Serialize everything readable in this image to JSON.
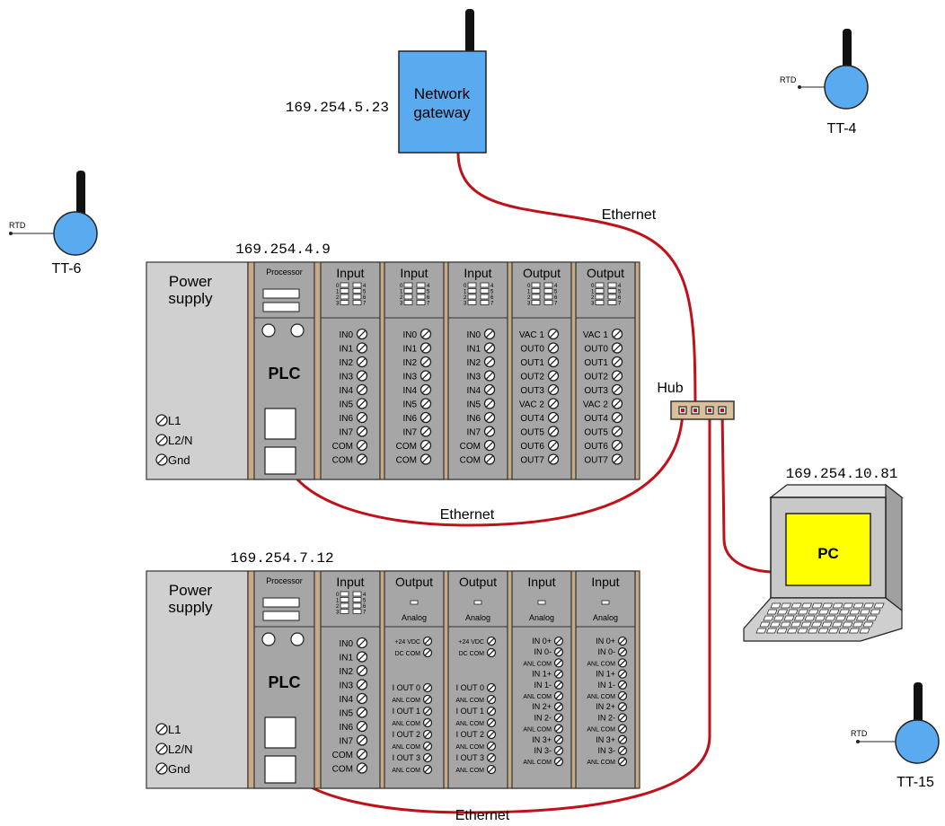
{
  "gateway": {
    "ip": "169.254.5.23",
    "label_line1": "Network",
    "label_line2": "gateway"
  },
  "transmitters": [
    {
      "tag": "TT-4",
      "sensor": "RTD"
    },
    {
      "tag": "TT-6",
      "sensor": "RTD"
    },
    {
      "tag": "TT-15",
      "sensor": "RTD"
    }
  ],
  "hub": {
    "label": "Hub"
  },
  "pc": {
    "ip": "169.254.10.81",
    "label": "PC"
  },
  "cable_label": "Ethernet",
  "plc1": {
    "ip": "169.254.4.9",
    "power_line1": "Power",
    "power_line2": "supply",
    "terminals": [
      "L1",
      "L2/N",
      "Gnd"
    ],
    "processor_label": "Processor",
    "plc_label": "PLC",
    "indicator_left": [
      "0",
      "1",
      "2",
      "3"
    ],
    "indicator_right": [
      "4",
      "5",
      "6",
      "7"
    ],
    "modules": [
      {
        "title": "Input",
        "pins": [
          "IN0",
          "IN1",
          "IN2",
          "IN3",
          "IN4",
          "IN5",
          "IN6",
          "IN7",
          "COM",
          "COM"
        ]
      },
      {
        "title": "Input",
        "pins": [
          "IN0",
          "IN1",
          "IN2",
          "IN3",
          "IN4",
          "IN5",
          "IN6",
          "IN7",
          "COM",
          "COM"
        ]
      },
      {
        "title": "Input",
        "pins": [
          "IN0",
          "IN1",
          "IN2",
          "IN3",
          "IN4",
          "IN5",
          "IN6",
          "IN7",
          "COM",
          "COM"
        ]
      },
      {
        "title": "Output",
        "pins": [
          "VAC 1",
          "OUT0",
          "OUT1",
          "OUT2",
          "OUT3",
          "VAC 2",
          "OUT4",
          "OUT5",
          "OUT6",
          "OUT7"
        ]
      },
      {
        "title": "Output",
        "pins": [
          "VAC 1",
          "OUT0",
          "OUT1",
          "OUT2",
          "OUT3",
          "VAC 2",
          "OUT4",
          "OUT5",
          "OUT6",
          "OUT7"
        ]
      }
    ]
  },
  "plc2": {
    "ip": "169.254.7.12",
    "power_line1": "Power",
    "power_line2": "supply",
    "terminals": [
      "L1",
      "L2/N",
      "Gnd"
    ],
    "processor_label": "Processor",
    "plc_label": "PLC",
    "indicator_left": [
      "0",
      "1",
      "2",
      "3"
    ],
    "indicator_right": [
      "4",
      "5",
      "6",
      "7"
    ],
    "analog_label": "Analog",
    "modules": [
      {
        "title": "Input",
        "kind": "discrete",
        "pins": [
          "IN0",
          "IN1",
          "IN2",
          "IN3",
          "IN4",
          "IN5",
          "IN6",
          "IN7",
          "COM",
          "COM"
        ]
      },
      {
        "title": "Output",
        "kind": "analog-out",
        "top_pins": [
          "+24 VDC",
          "DC COM"
        ],
        "pins": [
          "I OUT 0",
          "ANL COM",
          "I OUT 1",
          "ANL COM",
          "I OUT 2",
          "ANL COM",
          "I OUT 3",
          "ANL COM"
        ]
      },
      {
        "title": "Output",
        "kind": "analog-out",
        "top_pins": [
          "+24 VDC",
          "DC COM"
        ],
        "pins": [
          "I OUT 0",
          "ANL COM",
          "I OUT 1",
          "ANL COM",
          "I OUT 2",
          "ANL COM",
          "I OUT 3",
          "ANL COM"
        ]
      },
      {
        "title": "Input",
        "kind": "analog-in",
        "pins": [
          "IN 0+",
          "IN 0-",
          "ANL COM",
          "IN 1+",
          "IN 1-",
          "ANL COM",
          "IN 2+",
          "IN 2-",
          "ANL COM",
          "IN 3+",
          "IN 3-",
          "ANL COM"
        ]
      },
      {
        "title": "Input",
        "kind": "analog-in",
        "pins": [
          "IN 0+",
          "IN 0-",
          "ANL COM",
          "IN 1+",
          "IN 1-",
          "ANL COM",
          "IN 2+",
          "IN 2-",
          "ANL COM",
          "IN 3+",
          "IN 3-",
          "ANL COM"
        ]
      }
    ]
  }
}
